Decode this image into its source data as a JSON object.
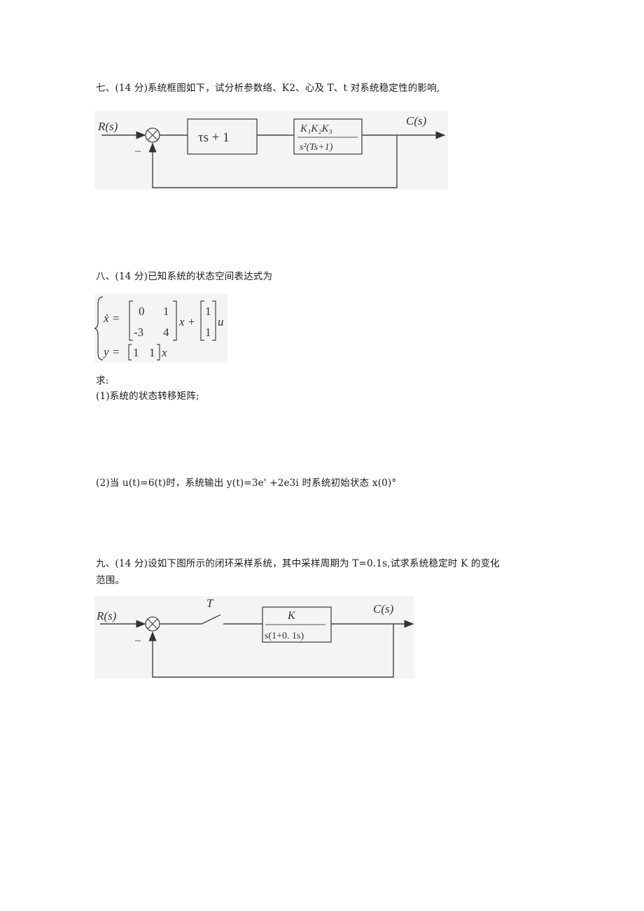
{
  "q7": {
    "title": "七、(14 分)系统框图如下，试分析参数络、K2、心及 T、t 对系统稳定性的影响,",
    "diagram": {
      "input": "R(s)",
      "output": "C(s)",
      "minus": "–",
      "block1": "τs + 1",
      "block2_num": "K₁K₂K₃",
      "block2_den": "s²(Ts+1)"
    }
  },
  "q8": {
    "title": "八、(14 分)已知系统的状态空间表达式为",
    "equation": {
      "xdot": "ẋ =",
      "A": [
        [
          "0",
          "1"
        ],
        [
          "-3",
          "4"
        ]
      ],
      "x_plus": "x +",
      "B": [
        "1",
        "1"
      ],
      "u": "u",
      "y": "y =",
      "C": [
        "1",
        "1"
      ],
      "x": "x"
    },
    "ask": "求:",
    "part1": "(1)系统的状态转移矩阵;",
    "part2": "(2)当 u(t)=6(t)时，系统输出 y(t)=3e' +2e3i 时系统初始状态 x(0)°"
  },
  "q9": {
    "title_line1": "九、(14 分)设如下图所示的闭环采样系统，其中采样周期为 T=0.1s,试求系统稳定时 K 的变化",
    "title_line2": "范围。",
    "diagram": {
      "input": "R(s)",
      "output": "C(s)",
      "minus": "–",
      "sampler": "T",
      "block_num": "K",
      "block_den": "s(1+0. 1s)"
    }
  }
}
